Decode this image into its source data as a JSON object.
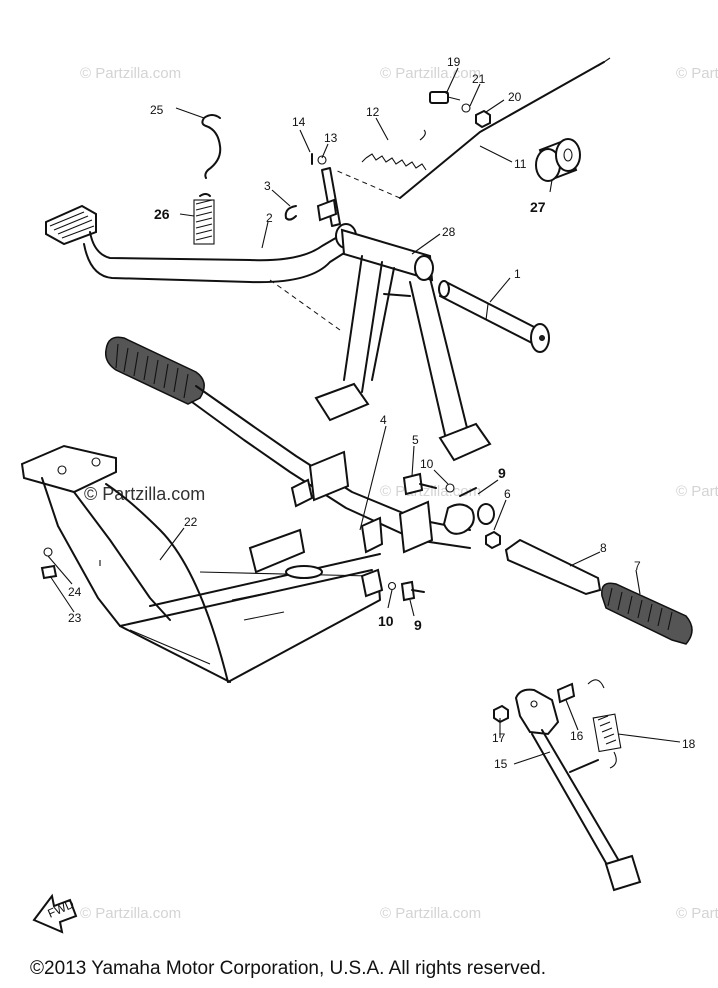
{
  "watermark": "© Partzilla.com",
  "copyright": "©2013 Yamaha Motor Corporation, U.S.A. All rights reserved.",
  "fwd_label": "FWD",
  "callouts": {
    "c1": "1",
    "c2": "2",
    "c3": "3",
    "c4": "4",
    "c5": "5",
    "c6": "6",
    "c7": "7",
    "c8": "8",
    "c9a": "9",
    "c9b": "9",
    "c10a": "10",
    "c10b": "10",
    "c11": "11",
    "c12": "12",
    "c13": "13",
    "c14": "14",
    "c15": "15",
    "c16": "16",
    "c17": "17",
    "c18": "18",
    "c19": "19",
    "c20": "20",
    "c21": "21",
    "c22": "22",
    "c23": "23",
    "c24": "24",
    "c25": "25",
    "c26": "26",
    "c27": "27",
    "c28": "28"
  }
}
